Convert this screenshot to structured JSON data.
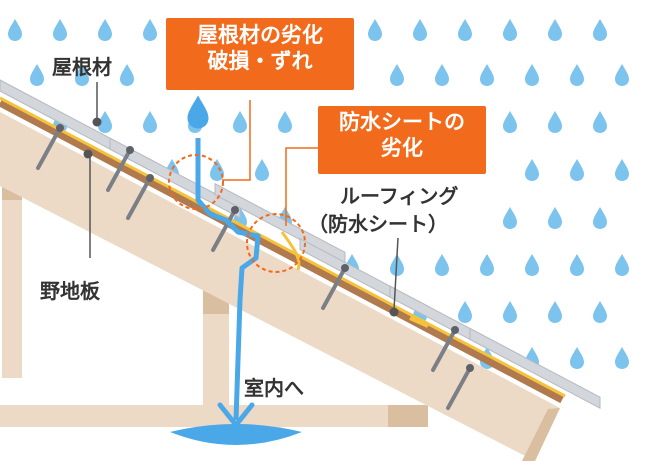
{
  "labels": {
    "roof_material": "屋根材",
    "sheathing": "野地板",
    "roofing_line1": "ルーフィング",
    "roofing_line2": "（防水シート）",
    "indoor": "室内へ"
  },
  "callouts": {
    "damage_line1": "屋根材の劣化",
    "damage_line2": "破損・ずれ",
    "sheet_line1": "防水シートの",
    "sheet_line2": "劣化"
  },
  "colors": {
    "accent": "#f26a1b",
    "water": "#4aa8e8",
    "rain": "#7cc3ee",
    "tile": "#d3d6db",
    "sheathing": "#ecd9c6",
    "roofing_brown": "#b07a4e",
    "roofing_yellow": "#f5c33b"
  }
}
